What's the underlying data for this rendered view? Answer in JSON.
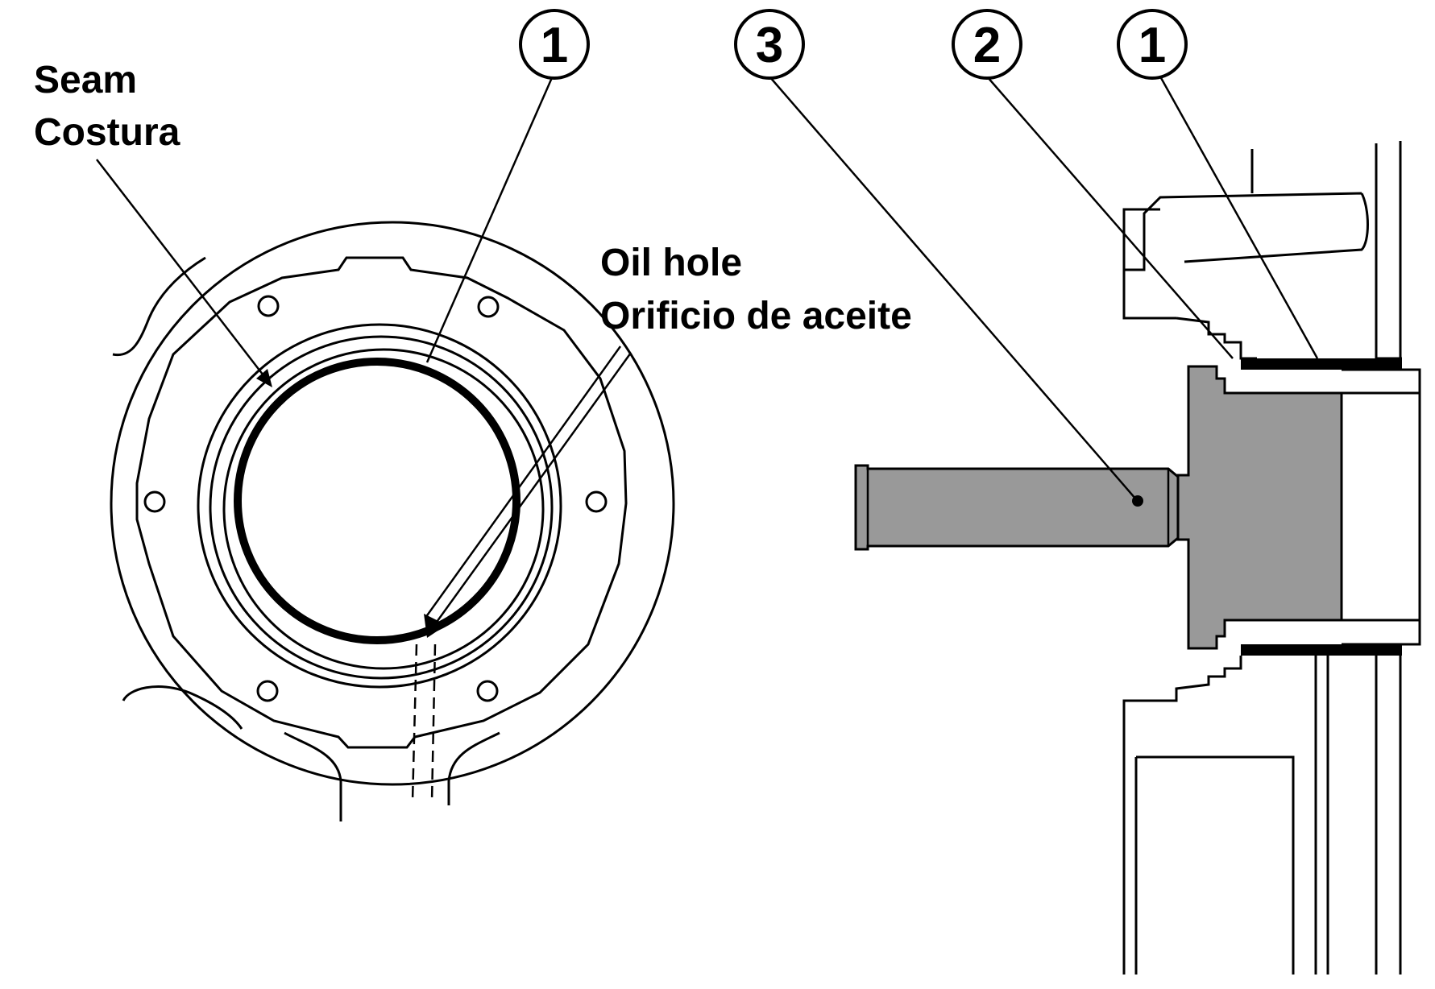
{
  "labels": {
    "seam_en": "Seam",
    "seam_es": "Costura",
    "oil_hole_en": "Oil hole",
    "oil_hole_es": "Orificio de aceite"
  },
  "callouts": {
    "left_1": "1",
    "right_3": "3",
    "right_2": "2",
    "right_1": "1"
  },
  "colors": {
    "line": "#000000",
    "part_fill": "#999999",
    "background": "#ffffff"
  }
}
